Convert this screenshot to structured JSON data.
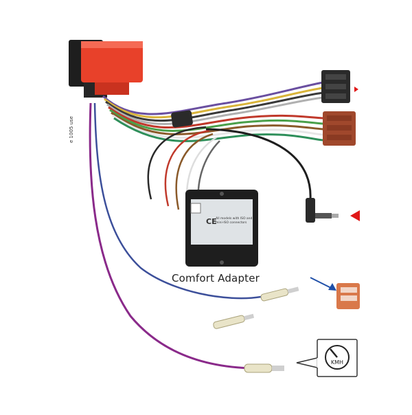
{
  "caption": "Comfort Adapter",
  "side_label": "e 1005 use",
  "module": {
    "ce_mark": "CE",
    "note_line1": "All models with ISO and",
    "note_line2": "mini-ISO connectors"
  },
  "speed_badge": "KMH",
  "colors": {
    "red_connector": "#e8412a",
    "black_connector": "#1e1e1e",
    "brown_connector": "#a0482c",
    "wire_purple": "#8a2a8a",
    "wire_blue": "#3c4f9a",
    "arrow_red": "#e01818",
    "arrow_blue": "#1f4fa8"
  }
}
